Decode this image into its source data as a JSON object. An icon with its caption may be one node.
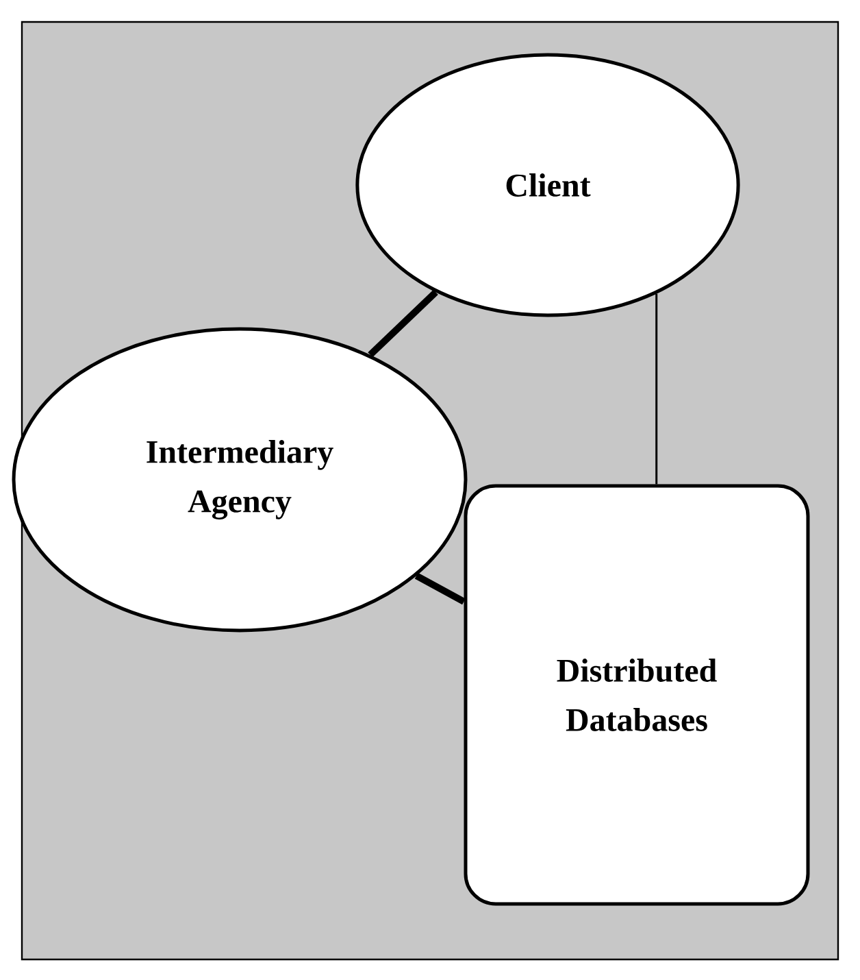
{
  "diagram": {
    "nodes": [
      {
        "text": [
          "Client"
        ]
      },
      {
        "text": [
          "Intermediary Agency"
        ]
      },
      {
        "text": [
          "Distributed Databases"
        ]
      }
    ],
    "edges": [
      {
        "from": 0,
        "to": 1,
        "arrow": "none"
      },
      {
        "from": 1,
        "to": 2,
        "arrow": "none"
      },
      {
        "from": 0,
        "to": 2,
        "arrow": "none"
      }
    ]
  }
}
